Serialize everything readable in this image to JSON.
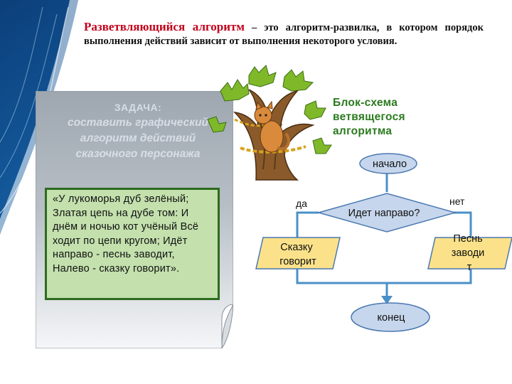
{
  "header": {
    "term": "Разветвляющийся алгоритм",
    "definition": " – это алгоритм-развилка, в котором порядок выполнения действий зависит от выполнения некоторого условия."
  },
  "task": {
    "heading": "ЗАДАЧА:",
    "body": "составить графический алгоритм действий сказочного персонажа"
  },
  "quote": "«У лукоморья дуб зелёный; Златая цепь на дубе том: И днём и ночью кот учёный Всё ходит по цепи кругом; Идёт направо - песнь заводит, Налево - сказку говорит».",
  "flowchart": {
    "title": "Блок-схема ветвящегося алгоритма",
    "start": "начало",
    "condition": "Идет направо?",
    "yes": "да",
    "no": "нет",
    "left_action": [
      "Сказку",
      "говорит"
    ],
    "right_action": [
      "Песнь",
      "заводи",
      "т"
    ],
    "end": "конец"
  },
  "colors": {
    "accent_red": "#c0001a",
    "node_fill": "#c6d6ec",
    "node_stroke": "#4a78b0",
    "action_fill": "#fbe28a",
    "quote_fill": "#c3e0ad",
    "chart_title": "#2a7a1e"
  }
}
